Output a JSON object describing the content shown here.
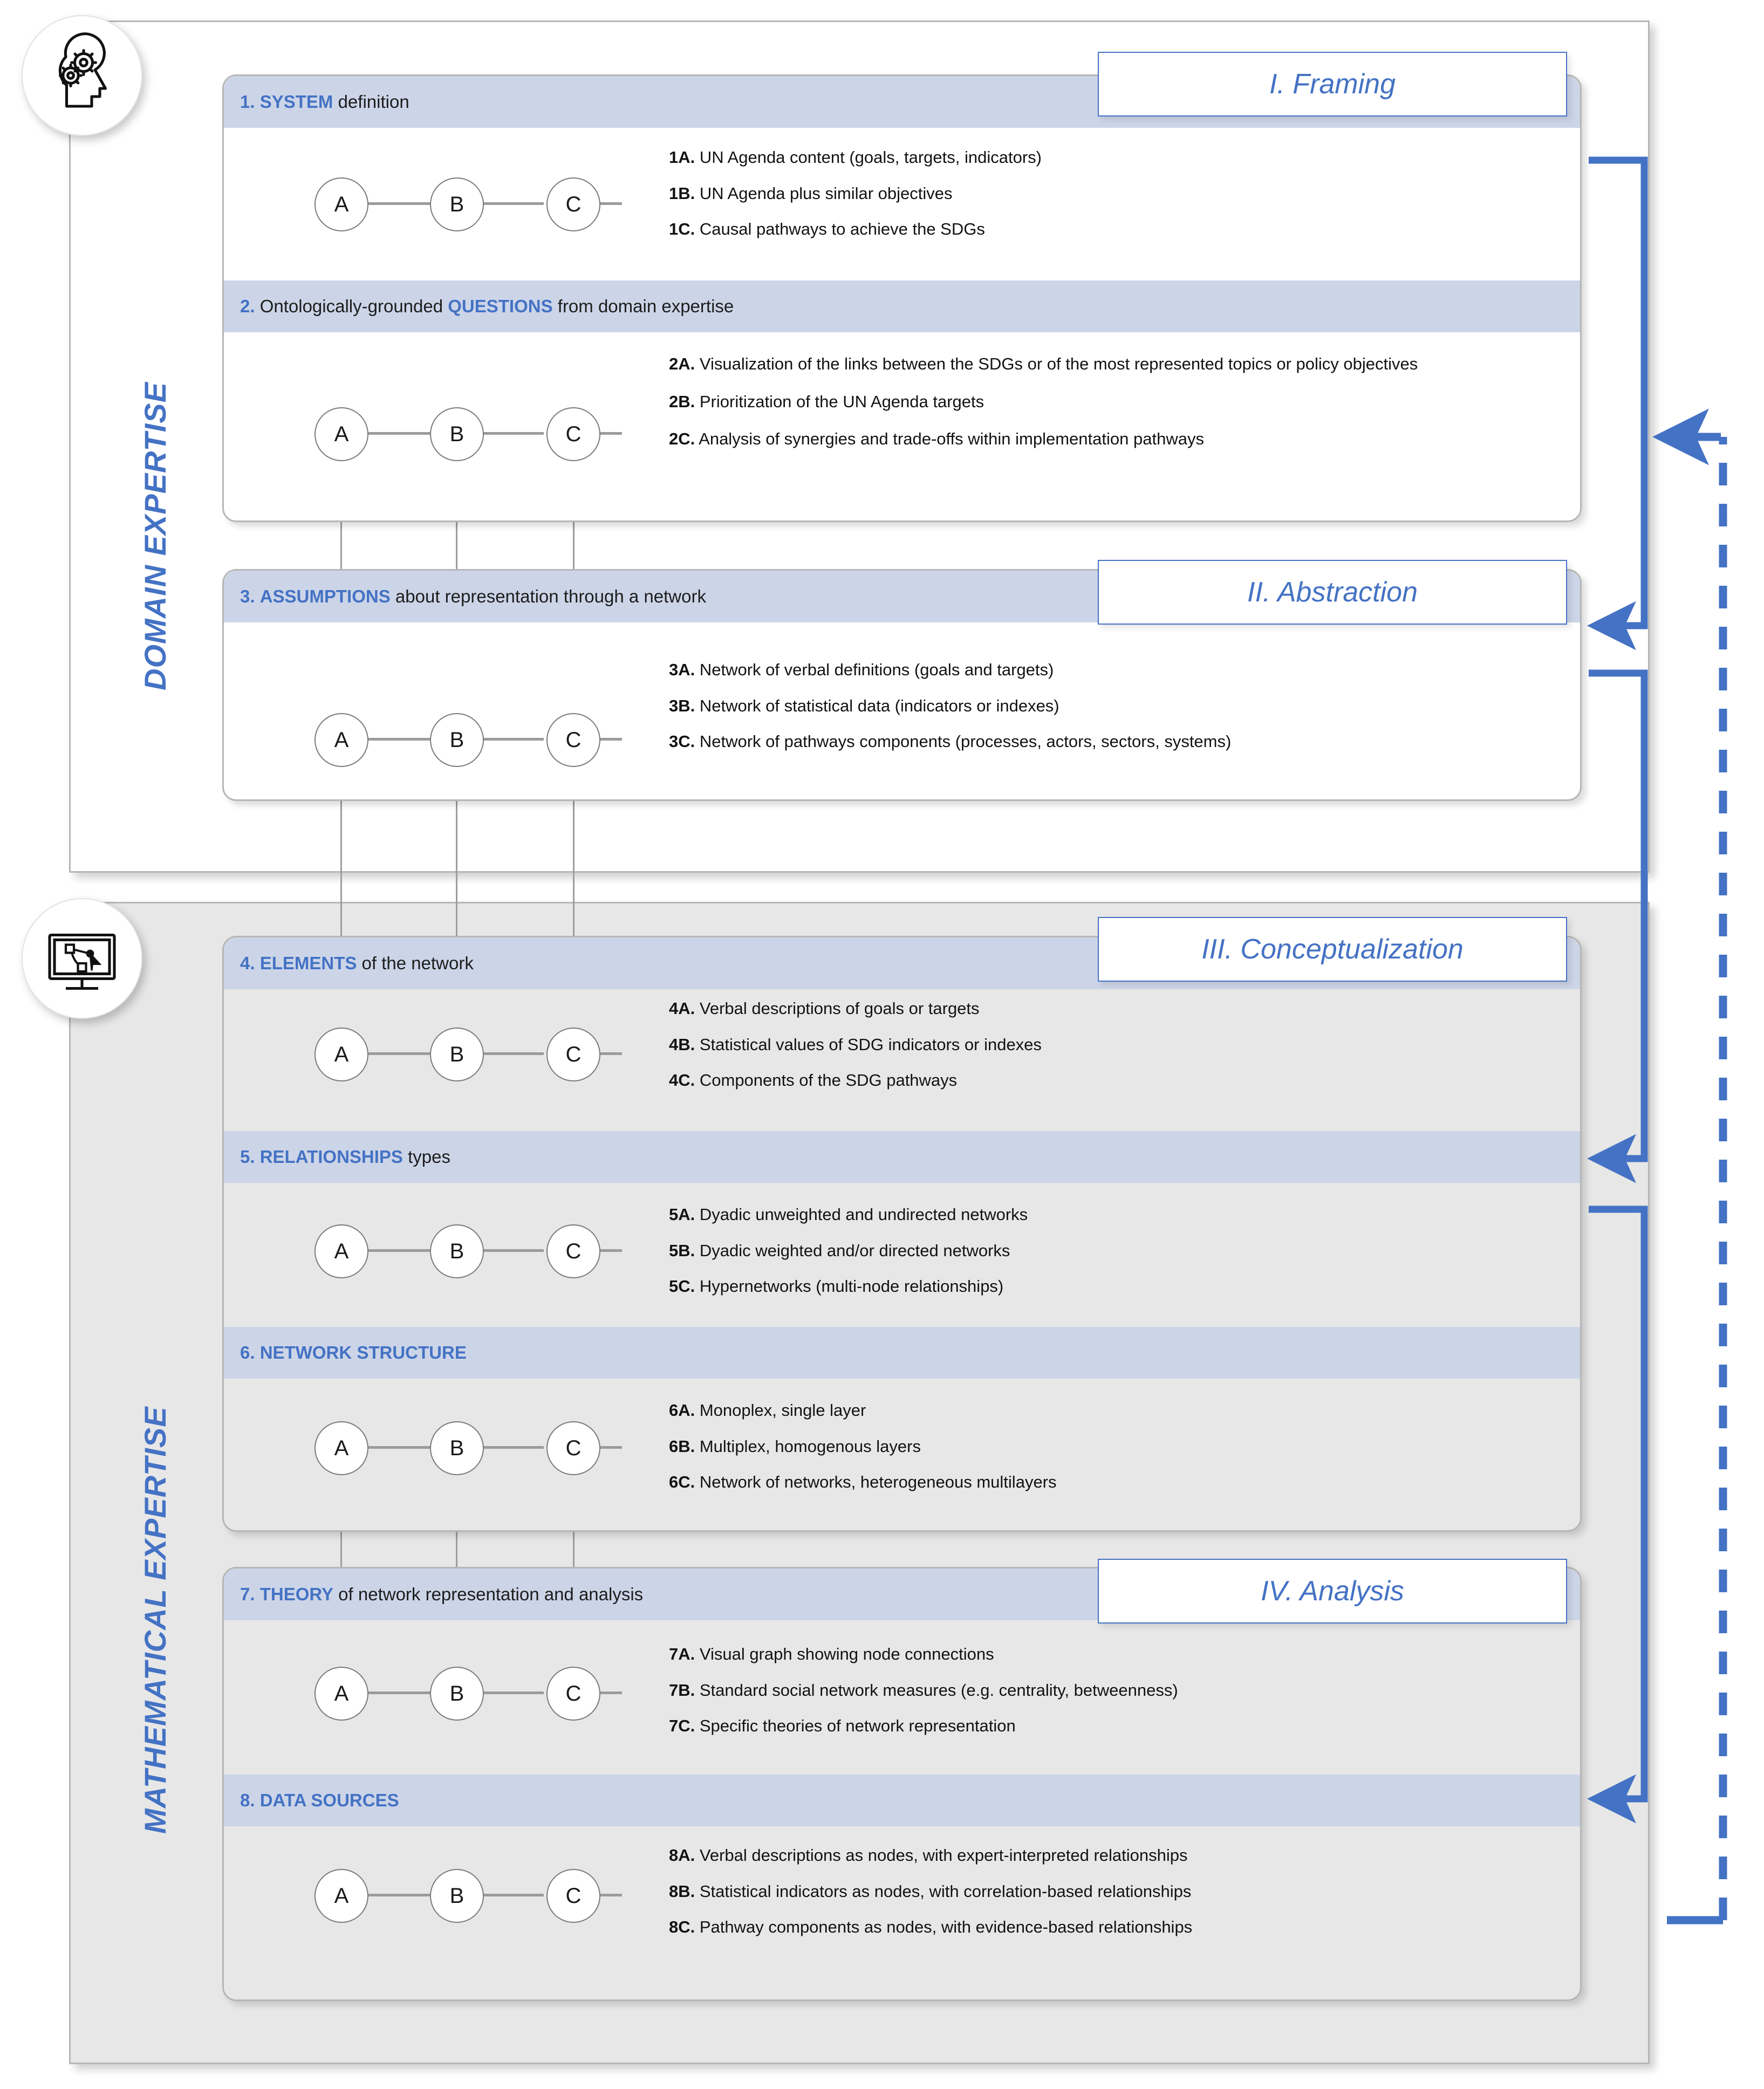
{
  "expertise": [
    {
      "id": "domain",
      "label": "DOMAIN EXPERTISE",
      "icon": "brain-gears-icon"
    },
    {
      "id": "mathematical",
      "label": "MATHEMATICAL EXPERTISE",
      "icon": "computer-design-icon"
    }
  ],
  "phases": [
    {
      "id": "framing",
      "label": "I. Framing"
    },
    {
      "id": "abstraction",
      "label": "II. Abstraction"
    },
    {
      "id": "conceptualization",
      "label": "III. Conceptualization"
    },
    {
      "id": "analysis",
      "label": "IV. Analysis"
    }
  ],
  "node_labels": [
    "A",
    "B",
    "C"
  ],
  "colors": {
    "accent_blue": "#4472c4",
    "header_band": "#ccd5e8",
    "panel_grey": "#e7e7e7",
    "panel_white": "#ffffff",
    "border_grey": "#b6b6b6",
    "node_stroke": "#7a7a7a"
  },
  "sections": [
    {
      "num": "1.",
      "key": "SYSTEM",
      "rest": " definition",
      "items": [
        {
          "code": "1A.",
          "text": " UN Agenda content (goals, targets, indicators)"
        },
        {
          "code": "1B.",
          "text": " UN Agenda plus similar objectives"
        },
        {
          "code": "1C.",
          "text": " Causal pathways to achieve the SDGs"
        }
      ]
    },
    {
      "num": "2.",
      "pre": " Ontologically-grounded ",
      "key": "QUESTIONS",
      "rest": " from domain expertise",
      "items": [
        {
          "code": "2A.",
          "text": " Visualization of the links between the SDGs or of the most represented topics or policy objectives"
        },
        {
          "code": "2B.",
          "text": " Prioritization of the UN Agenda targets"
        },
        {
          "code": "2C.",
          "text": " Analysis of synergies and trade-offs within implementation pathways"
        }
      ]
    },
    {
      "num": "3.",
      "key": "ASSUMPTIONS",
      "rest": " about representation through a network",
      "items": [
        {
          "code": "3A.",
          "text": " Network of verbal definitions (goals and targets)"
        },
        {
          "code": "3B.",
          "text": " Network of statistical data (indicators or indexes)"
        },
        {
          "code": "3C.",
          "text": " Network of pathways components (processes, actors, sectors, systems)"
        }
      ]
    },
    {
      "num": "4.",
      "key": "ELEMENTS",
      "rest": " of the network",
      "items": [
        {
          "code": "4A.",
          "text": " Verbal descriptions of goals or targets"
        },
        {
          "code": "4B.",
          "text": " Statistical values of SDG indicators or indexes"
        },
        {
          "code": "4C.",
          "text": " Components of the SDG pathways"
        }
      ]
    },
    {
      "num": "5.",
      "key": "RELATIONSHIPS",
      "rest": " types",
      "items": [
        {
          "code": "5A.",
          "text": " Dyadic unweighted and undirected networks"
        },
        {
          "code": "5B.",
          "text": " Dyadic weighted and/or directed networks"
        },
        {
          "code": "5C.",
          "text": " Hypernetworks (multi-node relationships)"
        }
      ]
    },
    {
      "num": "6.",
      "key": "NETWORK STRUCTURE",
      "rest": "",
      "items": [
        {
          "code": "6A.",
          "text": " Monoplex, single layer"
        },
        {
          "code": "6B.",
          "text": " Multiplex,  homogenous layers"
        },
        {
          "code": "6C.",
          "text": " Network of networks, heterogeneous multilayers"
        }
      ]
    },
    {
      "num": "7.",
      "key": "THEORY",
      "rest": " of network representation and analysis",
      "items": [
        {
          "code": "7A.",
          "text": " Visual graph showing node connections"
        },
        {
          "code": "7B.",
          "text": " Standard social network measures (e.g. centrality, betweenness)"
        },
        {
          "code": "7C.",
          "text": " Specific theories of network representation"
        }
      ]
    },
    {
      "num": "8.",
      "key": "DATA SOURCES",
      "rest": "",
      "items": [
        {
          "code": "8A.",
          "text": " Verbal descriptions as nodes, with expert-interpreted relationships"
        },
        {
          "code": "8B.",
          "text": " Statistical indicators as nodes, with correlation-based relationships"
        },
        {
          "code": "8C.",
          "text": " Pathway components as nodes, with evidence-based relationships"
        }
      ]
    }
  ]
}
